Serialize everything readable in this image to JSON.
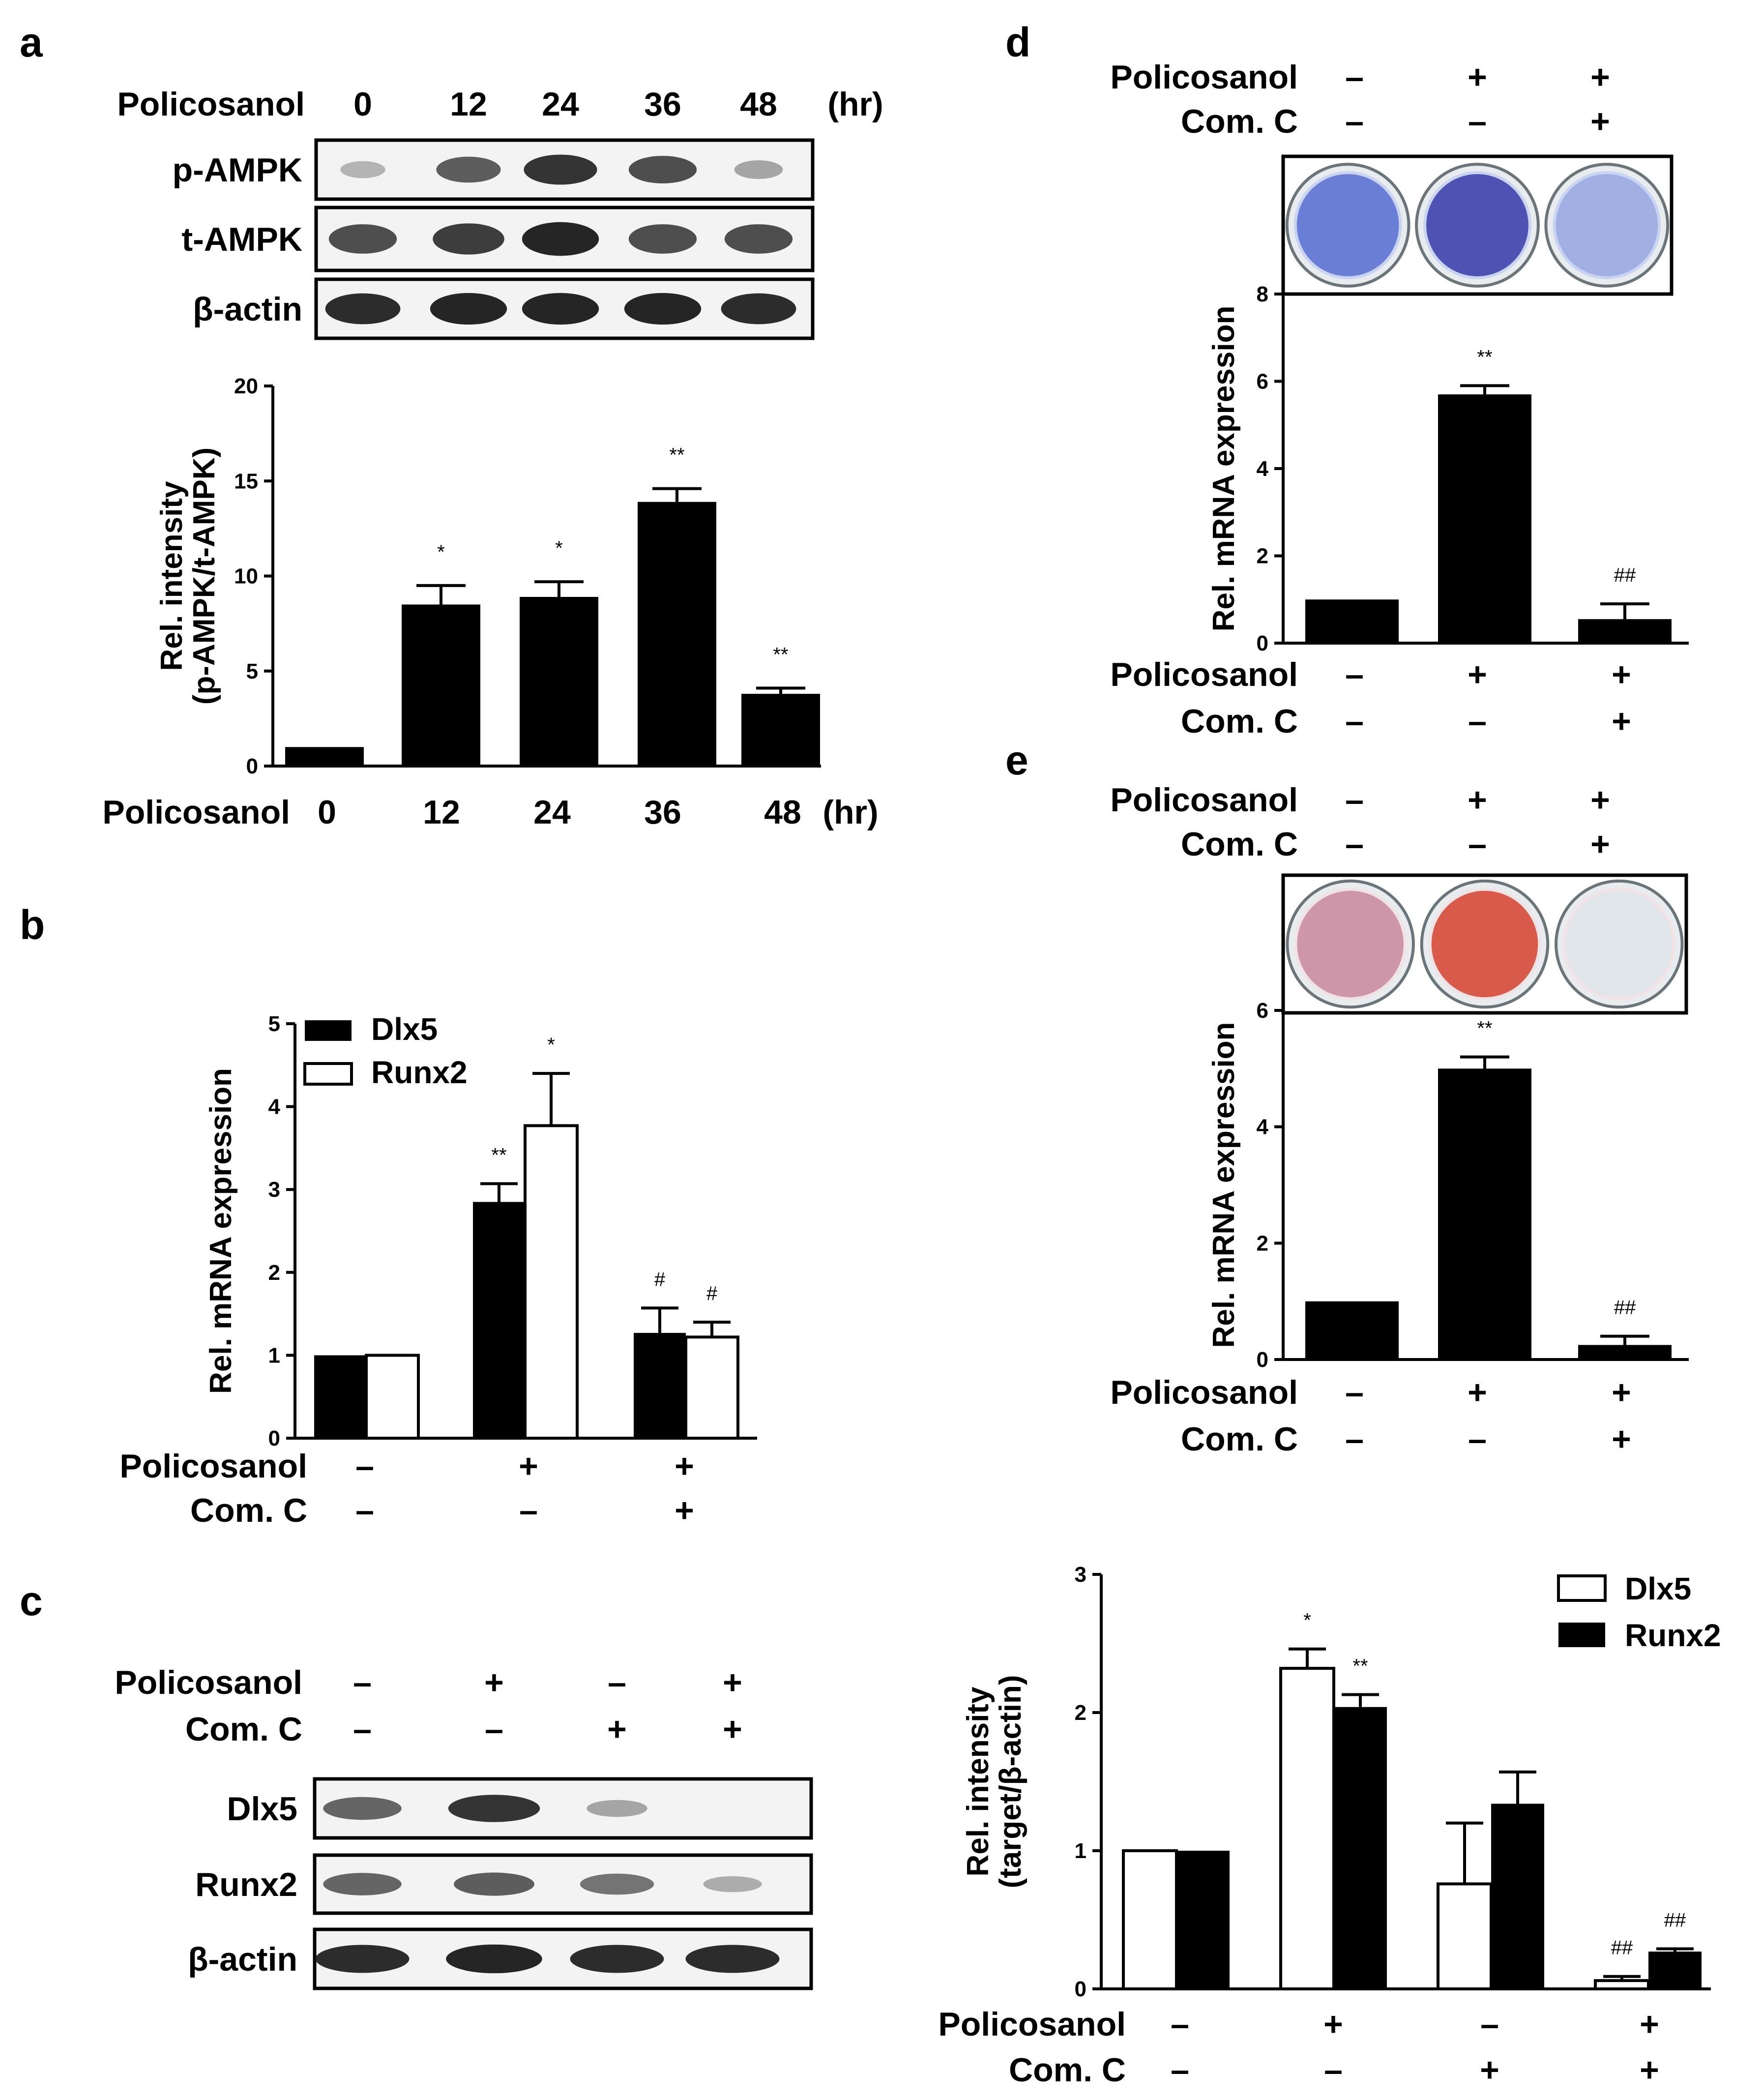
{
  "panels": {
    "a": {
      "letter": "a",
      "blot": {
        "condition_label": "Policosanol",
        "lanes": [
          "0",
          "12",
          "24",
          "36",
          "48"
        ],
        "unit": "(hr)",
        "rows": [
          "p-AMPK",
          "t-AMPK",
          "β-actin"
        ],
        "band_strength": [
          [
            0.05,
            0.6,
            0.85,
            0.7,
            0.15
          ],
          [
            0.7,
            0.8,
            0.95,
            0.7,
            0.7
          ],
          [
            0.9,
            0.95,
            0.95,
            0.95,
            0.9
          ]
        ]
      }
    },
    "b": {
      "letter": "b"
    },
    "c": {
      "letter": "c",
      "blot": {
        "rows": [
          "Dlx5",
          "Runx2",
          "β-actin"
        ],
        "condition_labels": [
          "Policosanol",
          "Com. C"
        ],
        "signs": [
          [
            "–",
            "+",
            "–",
            "+"
          ],
          [
            "–",
            "–",
            "+",
            "+"
          ]
        ],
        "band_strength": [
          [
            0.55,
            0.85,
            0.15,
            0.0
          ],
          [
            0.55,
            0.6,
            0.45,
            0.1
          ],
          [
            0.9,
            0.95,
            0.9,
            0.9
          ]
        ]
      }
    },
    "d": {
      "letter": "d",
      "stain_colors": [
        "#5a6fd0",
        "#3a3aa8",
        "#9aa8e0"
      ],
      "stain_base": "#c9d3f2"
    },
    "e": {
      "letter": "e",
      "stain_colors": [
        "#c8889e",
        "#d2422e",
        "#dde6e9"
      ],
      "stain_base": "#f1e2e6"
    }
  },
  "chart_data": [
    {
      "id": "a",
      "type": "bar",
      "categories": [
        "0",
        "12",
        "24",
        "36",
        "48"
      ],
      "values": [
        1,
        8.5,
        8.9,
        13.9,
        3.8
      ],
      "errors": [
        0,
        1.0,
        0.8,
        0.7,
        0.3
      ],
      "significance": [
        "",
        "*",
        "*",
        "**",
        "**"
      ],
      "ylabel_lines": [
        "Rel. intensity",
        "(p-AMPK/t-AMPK)"
      ],
      "ylim": [
        0,
        20
      ],
      "yticks": [
        0,
        5,
        10,
        15,
        20
      ],
      "xlabel": "Policosanol",
      "xunit": "(hr)"
    },
    {
      "id": "b",
      "type": "bar",
      "groups": [
        [
          "–",
          "–"
        ],
        [
          "+",
          "–"
        ],
        [
          "+",
          "+"
        ]
      ],
      "condition_labels": [
        "Policosanol",
        "Com. C"
      ],
      "series": [
        {
          "name": "Dlx5",
          "values": [
            1,
            2.85,
            1.27
          ],
          "errors": [
            0,
            0.22,
            0.3
          ],
          "significance": [
            "",
            "**",
            "#"
          ]
        },
        {
          "name": "Runx2",
          "values": [
            1,
            3.77,
            1.22
          ],
          "errors": [
            0,
            0.63,
            0.18
          ],
          "significance": [
            "",
            "*",
            "#"
          ]
        }
      ],
      "ylabel": "Rel. mRNA expression",
      "ylim": [
        0,
        5
      ],
      "yticks": [
        0,
        1,
        2,
        3,
        4,
        5
      ],
      "legend": "top-left"
    },
    {
      "id": "c",
      "type": "bar",
      "groups": [
        [
          "–",
          "–"
        ],
        [
          "+",
          "–"
        ],
        [
          "–",
          "+"
        ],
        [
          "+",
          "+"
        ]
      ],
      "condition_labels": [
        "Policosanol",
        "Com. C"
      ],
      "series": [
        {
          "name": "Dlx5",
          "values": [
            1,
            2.32,
            0.76,
            0.06
          ],
          "errors": [
            0,
            0.14,
            0.44,
            0.03
          ],
          "significance": [
            "",
            "*",
            "",
            "##"
          ]
        },
        {
          "name": "Runx2",
          "values": [
            1,
            2.04,
            1.34,
            0.27
          ],
          "errors": [
            0,
            0.09,
            0.23,
            0.02
          ],
          "significance": [
            "",
            "**",
            "",
            "##"
          ]
        }
      ],
      "ylabel_lines": [
        "Rel. intensity",
        "(target/β-actin)"
      ],
      "ylim": [
        0,
        3
      ],
      "yticks": [
        0,
        1,
        2,
        3
      ],
      "legend": "top-right"
    },
    {
      "id": "d",
      "type": "bar",
      "groups": [
        [
          "–",
          "–"
        ],
        [
          "+",
          "–"
        ],
        [
          "+",
          "+"
        ]
      ],
      "condition_labels": [
        "Policosanol",
        "Com. C"
      ],
      "values": [
        1,
        5.7,
        0.55
      ],
      "errors": [
        0,
        0.2,
        0.35
      ],
      "significance": [
        "",
        "**",
        "##"
      ],
      "ylabel": "Rel. mRNA expression",
      "ylim": [
        0,
        8
      ],
      "yticks": [
        0,
        2,
        4,
        6,
        8
      ]
    },
    {
      "id": "e",
      "type": "bar",
      "groups": [
        [
          "–",
          "–"
        ],
        [
          "+",
          "–"
        ],
        [
          "+",
          "+"
        ]
      ],
      "condition_labels": [
        "Policosanol",
        "Com. C"
      ],
      "values": [
        1,
        5.0,
        0.25
      ],
      "errors": [
        0,
        0.2,
        0.15
      ],
      "significance": [
        "",
        "**",
        "##"
      ],
      "ylabel": "Rel. mRNA expression",
      "ylim": [
        0,
        6
      ],
      "yticks": [
        0,
        2,
        4,
        6
      ]
    }
  ]
}
